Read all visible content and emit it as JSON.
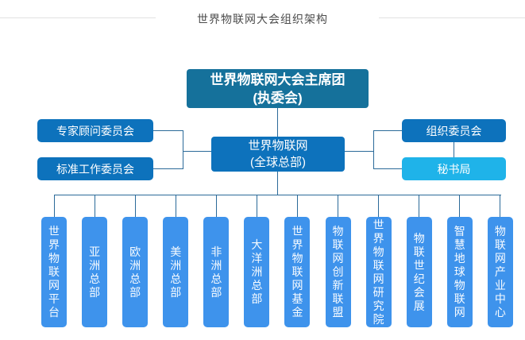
{
  "page": {
    "title": "世界物联网大会组织架构"
  },
  "colors": {
    "root_box": "#15719b",
    "primary_box": "#0d72bc",
    "secretariat_box": "#1fb3e9",
    "department_box": "#3e93ec",
    "connector": "#2b6a99",
    "title_color": "#4c4c4c",
    "rule_color": "#e2e2e2"
  },
  "org": {
    "root": {
      "label": "世界物联网大会主席团\n(执委会)"
    },
    "hq": {
      "label": "世界物联网\n(全球总部)"
    },
    "left_committees": [
      {
        "label": "专家顾问委员会"
      },
      {
        "label": "标准工作委员会"
      }
    ],
    "right_committees": [
      {
        "label": "组织委员会"
      },
      {
        "label": "秘书局"
      }
    ],
    "departments": [
      {
        "label": "世界物联网平台"
      },
      {
        "label": "亚洲总部"
      },
      {
        "label": "欧洲总部"
      },
      {
        "label": "美洲总部"
      },
      {
        "label": "非洲总部"
      },
      {
        "label": "大洋洲总部"
      },
      {
        "label": "世界物联网基金"
      },
      {
        "label": "物联网创新联盟"
      },
      {
        "label": "世界物联网研究院"
      },
      {
        "label": "物联世纪会展"
      },
      {
        "label": "智慧地球物联网"
      },
      {
        "label": "物联网产业中心"
      }
    ]
  }
}
